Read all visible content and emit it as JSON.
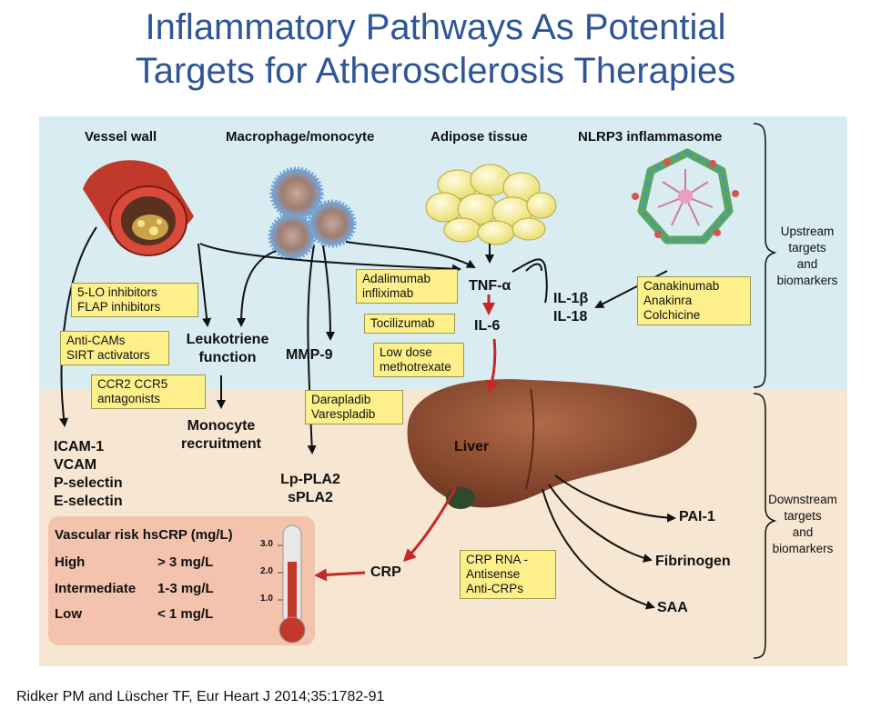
{
  "title": {
    "line1": "Inflammatory Pathways As Potential",
    "line2": "Targets for Atherosclerosis Therapies"
  },
  "headers": {
    "vessel_wall": "Vessel wall",
    "macrophage": "Macrophage/monocyte",
    "adipose": "Adipose  tissue",
    "nlrp3": "NLRP3 inflammasome"
  },
  "side_labels": {
    "upstream": [
      "Upstream",
      "targets",
      "and",
      "biomarkers"
    ],
    "downstream": [
      "Downstream",
      "targets",
      "and",
      "biomarkers"
    ]
  },
  "nodes": {
    "tnf": "TNF-α",
    "il6": "IL-6",
    "il1b": "IL-1β",
    "il18": "IL-18",
    "leukotriene": [
      "Leukotriene",
      "function"
    ],
    "mmp9": "MMP-9",
    "monocyte": [
      "Monocyte",
      "recruitment"
    ],
    "adhesion": [
      "ICAM-1",
      "VCAM",
      "P-selectin",
      "E-selectin"
    ],
    "lppla2": [
      "Lp-PLA2",
      "sPLA2"
    ],
    "liver": "Liver",
    "pai1": "PAI-1",
    "fibrinogen": "Fibrinogen",
    "saa": "SAA",
    "crp": "CRP"
  },
  "drug_boxes": {
    "lo_inhibitors": [
      "5-LO inhibitors",
      "FLAP inhibitors"
    ],
    "anti_cams": [
      "Anti-CAMs",
      "SIRT activators"
    ],
    "ccr": [
      "CCR2 CCR5",
      "antagonists"
    ],
    "adalimumab": [
      "Adalimumab",
      "infliximab"
    ],
    "tocilizumab": [
      "Tocilizumab"
    ],
    "methotrexate": [
      "Low dose",
      "methotrexate"
    ],
    "canakinumab": [
      "Canakinumab",
      "Anakinra",
      "Colchicine"
    ],
    "darapladib": [
      "Darapladib",
      "Varespladib"
    ],
    "crp_rna": [
      "CRP RNA -",
      "Antisense",
      "Anti-CRPs"
    ]
  },
  "risk_table": {
    "header": "Vascular risk hsCRP (mg/L)",
    "rows": [
      {
        "level": "High",
        "value": "> 3 mg/L"
      },
      {
        "level": "Intermediate",
        "value": "1-3 mg/L"
      },
      {
        "level": "Low",
        "value": "< 1 mg/L"
      }
    ],
    "thermometer_ticks": [
      "3.0",
      "2.0",
      "1.0"
    ]
  },
  "citation": "Ridker PM and Lüscher TF, Eur Heart J 2014;35:1782-91",
  "colors": {
    "title": "#2f5597",
    "upstream_bg": "#d8ecf2",
    "downstream_bg": "#f6e6d2",
    "drug_box": "#fdf08a",
    "red_arrow": "#c62828",
    "liver": "#8b4a2f",
    "vessel": "#c0392b"
  }
}
